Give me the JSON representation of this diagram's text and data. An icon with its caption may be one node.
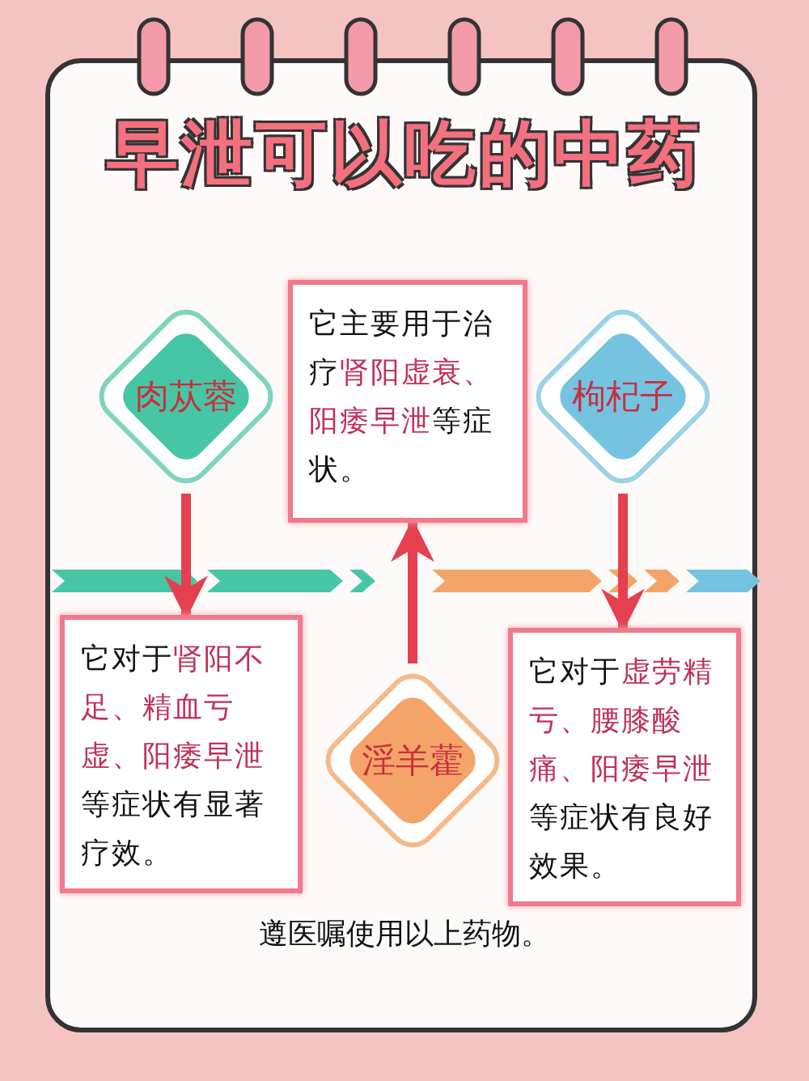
{
  "diagram": {
    "title": "早泄可以吃的中药",
    "nodes": [
      {
        "text": [
          "肉苁蓉"
        ]
      },
      {
        "text": [
          "它主要用于治疗**肾阳虚衰、阳痿早泄**等症状。"
        ]
      },
      {
        "text": [
          "枸杞子"
        ]
      },
      {
        "text": [
          "它对于**肾阳不足、精血亏虚、阳痿早泄**等症状有显著疗效。"
        ]
      },
      {
        "text": [
          "淫羊藿"
        ]
      },
      {
        "text": [
          "它对于**虚劳精亏、腰膝酸痛、阳痿早泄**等症状有良好效果。"
        ]
      }
    ],
    "edges": [
      {
        "from": 0,
        "to": 3,
        "arrow": "to"
      },
      {
        "from": 4,
        "to": 1,
        "arrow": "to"
      },
      {
        "from": 2,
        "to": 5,
        "arrow": "to"
      }
    ],
    "labels": [
      "遵医嘱使用以上药物。"
    ]
  }
}
